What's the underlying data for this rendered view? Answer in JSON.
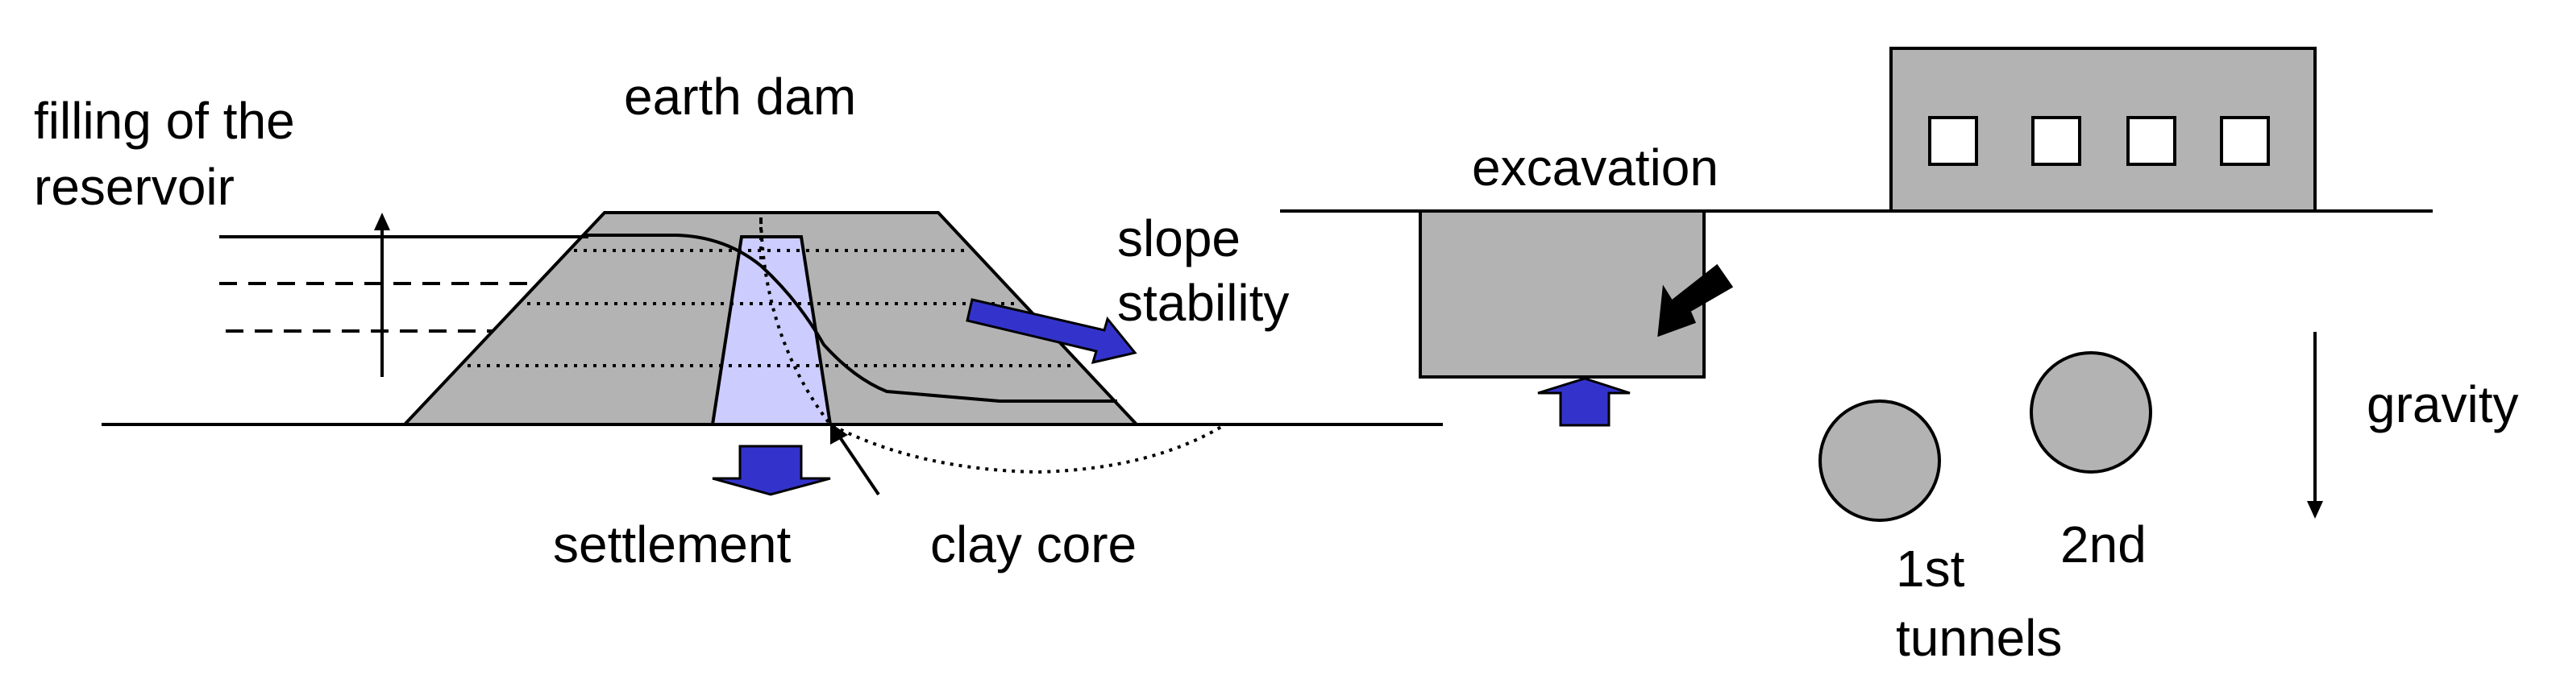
{
  "labels": {
    "filling_line1": "filling of the",
    "filling_line2": "reservoir",
    "earth_dam": "earth dam",
    "slope_line1": "slope",
    "slope_line2": "stability",
    "settlement": "settlement",
    "clay_core": "clay core",
    "excavation": "excavation",
    "gravity": "gravity",
    "tunnel_1st": "1st",
    "tunnel_2nd": "2nd",
    "tunnels": "tunnels"
  },
  "colors": {
    "fill_gray": "#b3b3b3",
    "core_fill": "#ccccff",
    "arrow_blue": "#3333cc",
    "stroke": "#000000",
    "background": "#ffffff"
  }
}
